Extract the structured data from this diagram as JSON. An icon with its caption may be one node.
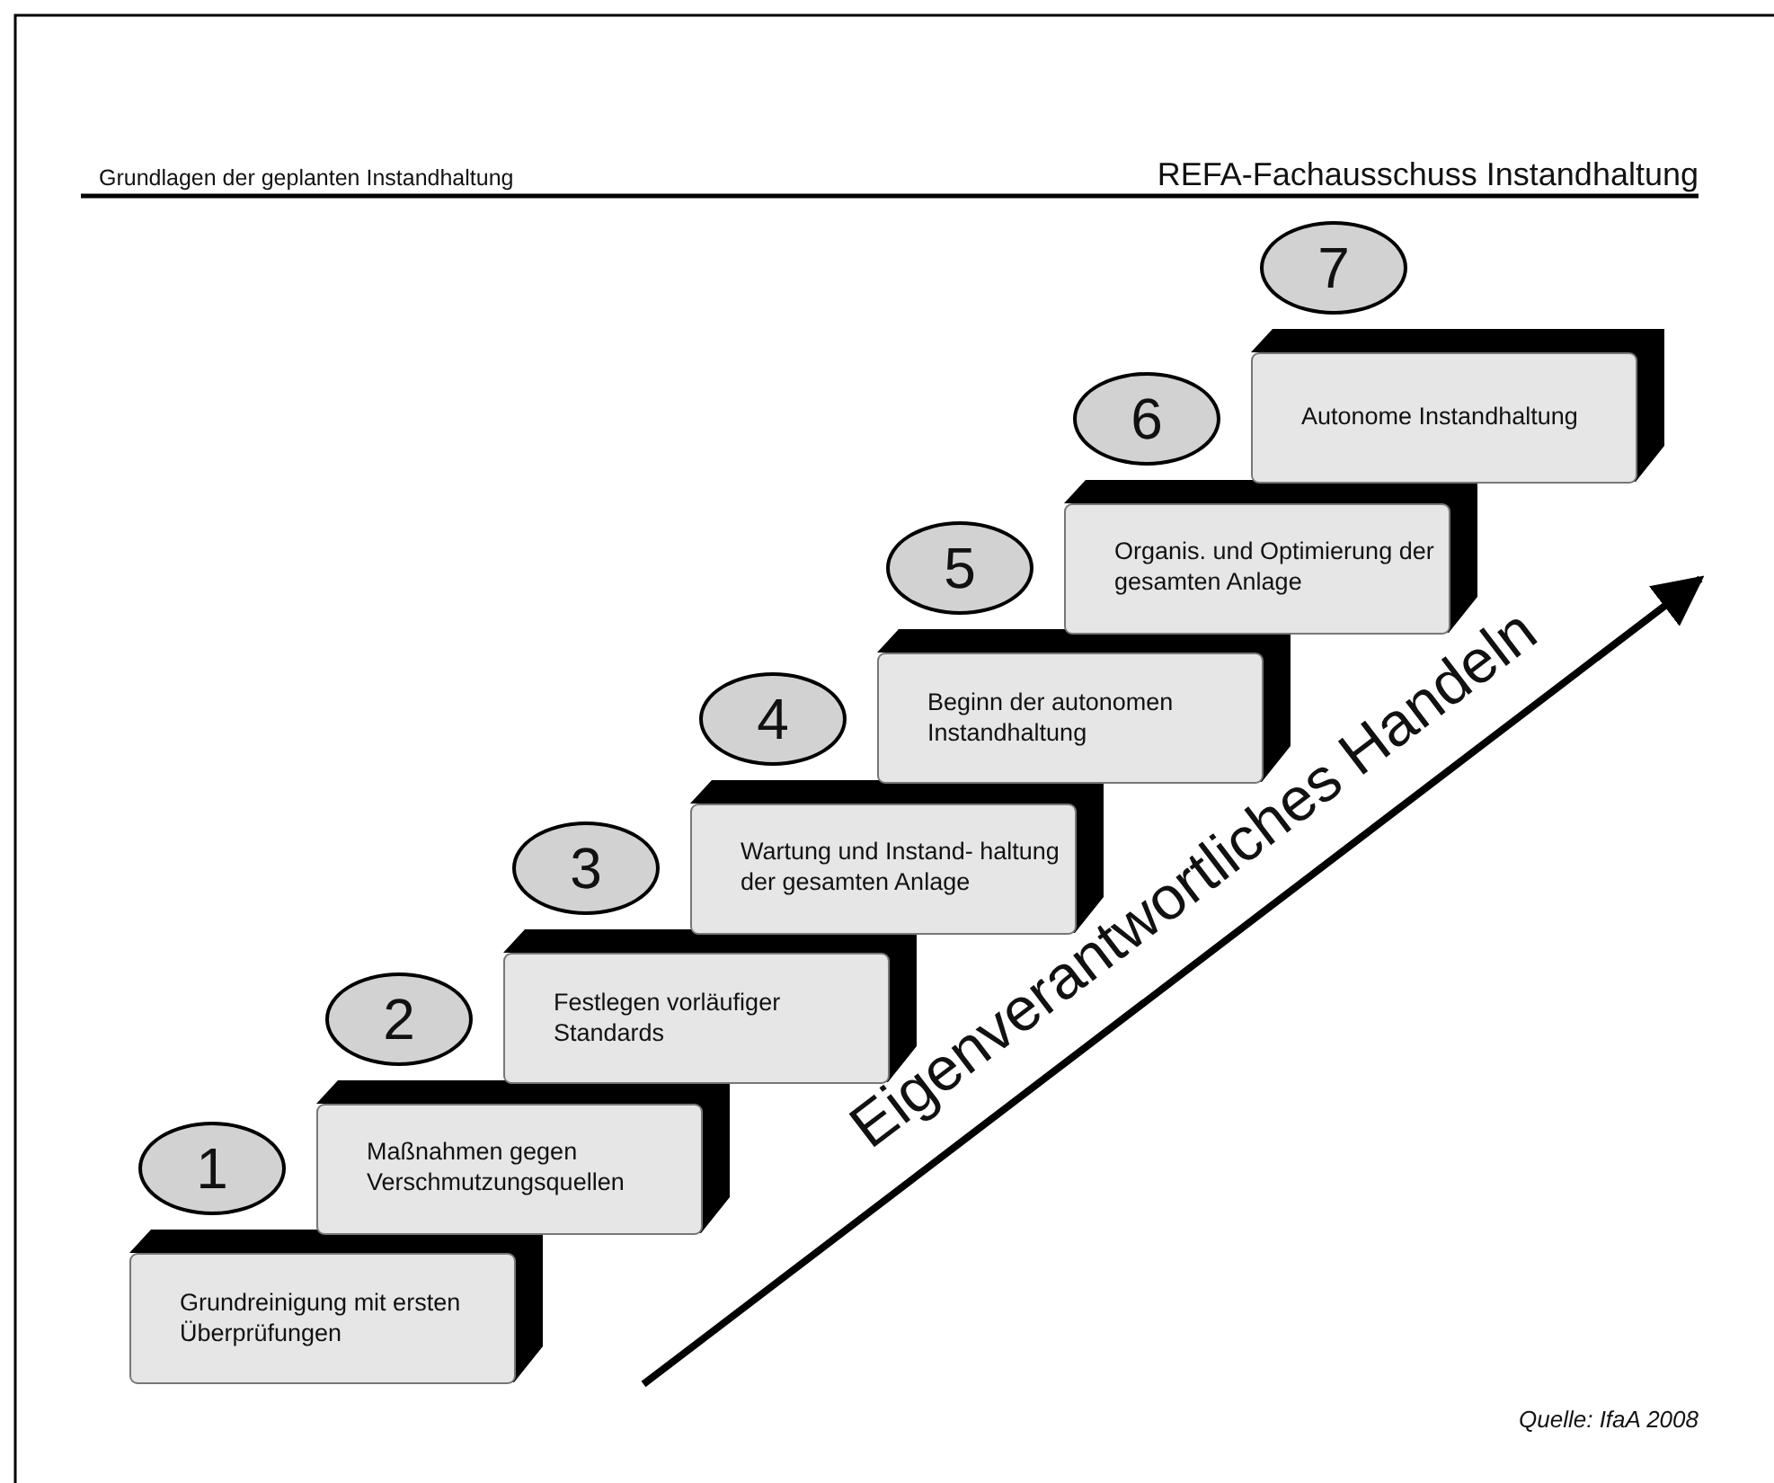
{
  "diagram": {
    "nodes": [
      {
        "text": [
          "Grundreinigung mit ersten Überprüfungen"
        ]
      },
      {
        "text": [
          "1"
        ]
      },
      {
        "text": [
          "Maßnahmen  gegen Verschmutzungsquellen"
        ]
      },
      {
        "text": [
          "2"
        ]
      },
      {
        "text": [
          "Festlegen vorläufiger Standards"
        ]
      },
      {
        "text": [
          "3"
        ]
      },
      {
        "text": [
          "Wartung und Instand- haltung der gesamten Anlage"
        ]
      },
      {
        "text": [
          "4"
        ]
      },
      {
        "text": [
          "Beginn der autonomen Instandhaltung"
        ]
      },
      {
        "text": [
          "5"
        ]
      },
      {
        "text": [
          "Organis. und Optimierung der gesamten Anlage"
        ]
      },
      {
        "text": [
          "6"
        ]
      },
      {
        "text": [
          "Autonome Instandhaltung"
        ]
      },
      {
        "text": [
          "7"
        ]
      }
    ],
    "labels": [
      "Grundlagen der geplanten Instandhaltung",
      "REFA-Fachausschuss Instandhaltung",
      "Eigenverantwortliches Handeln",
      "Quelle: IfaA 2008"
    ]
  }
}
